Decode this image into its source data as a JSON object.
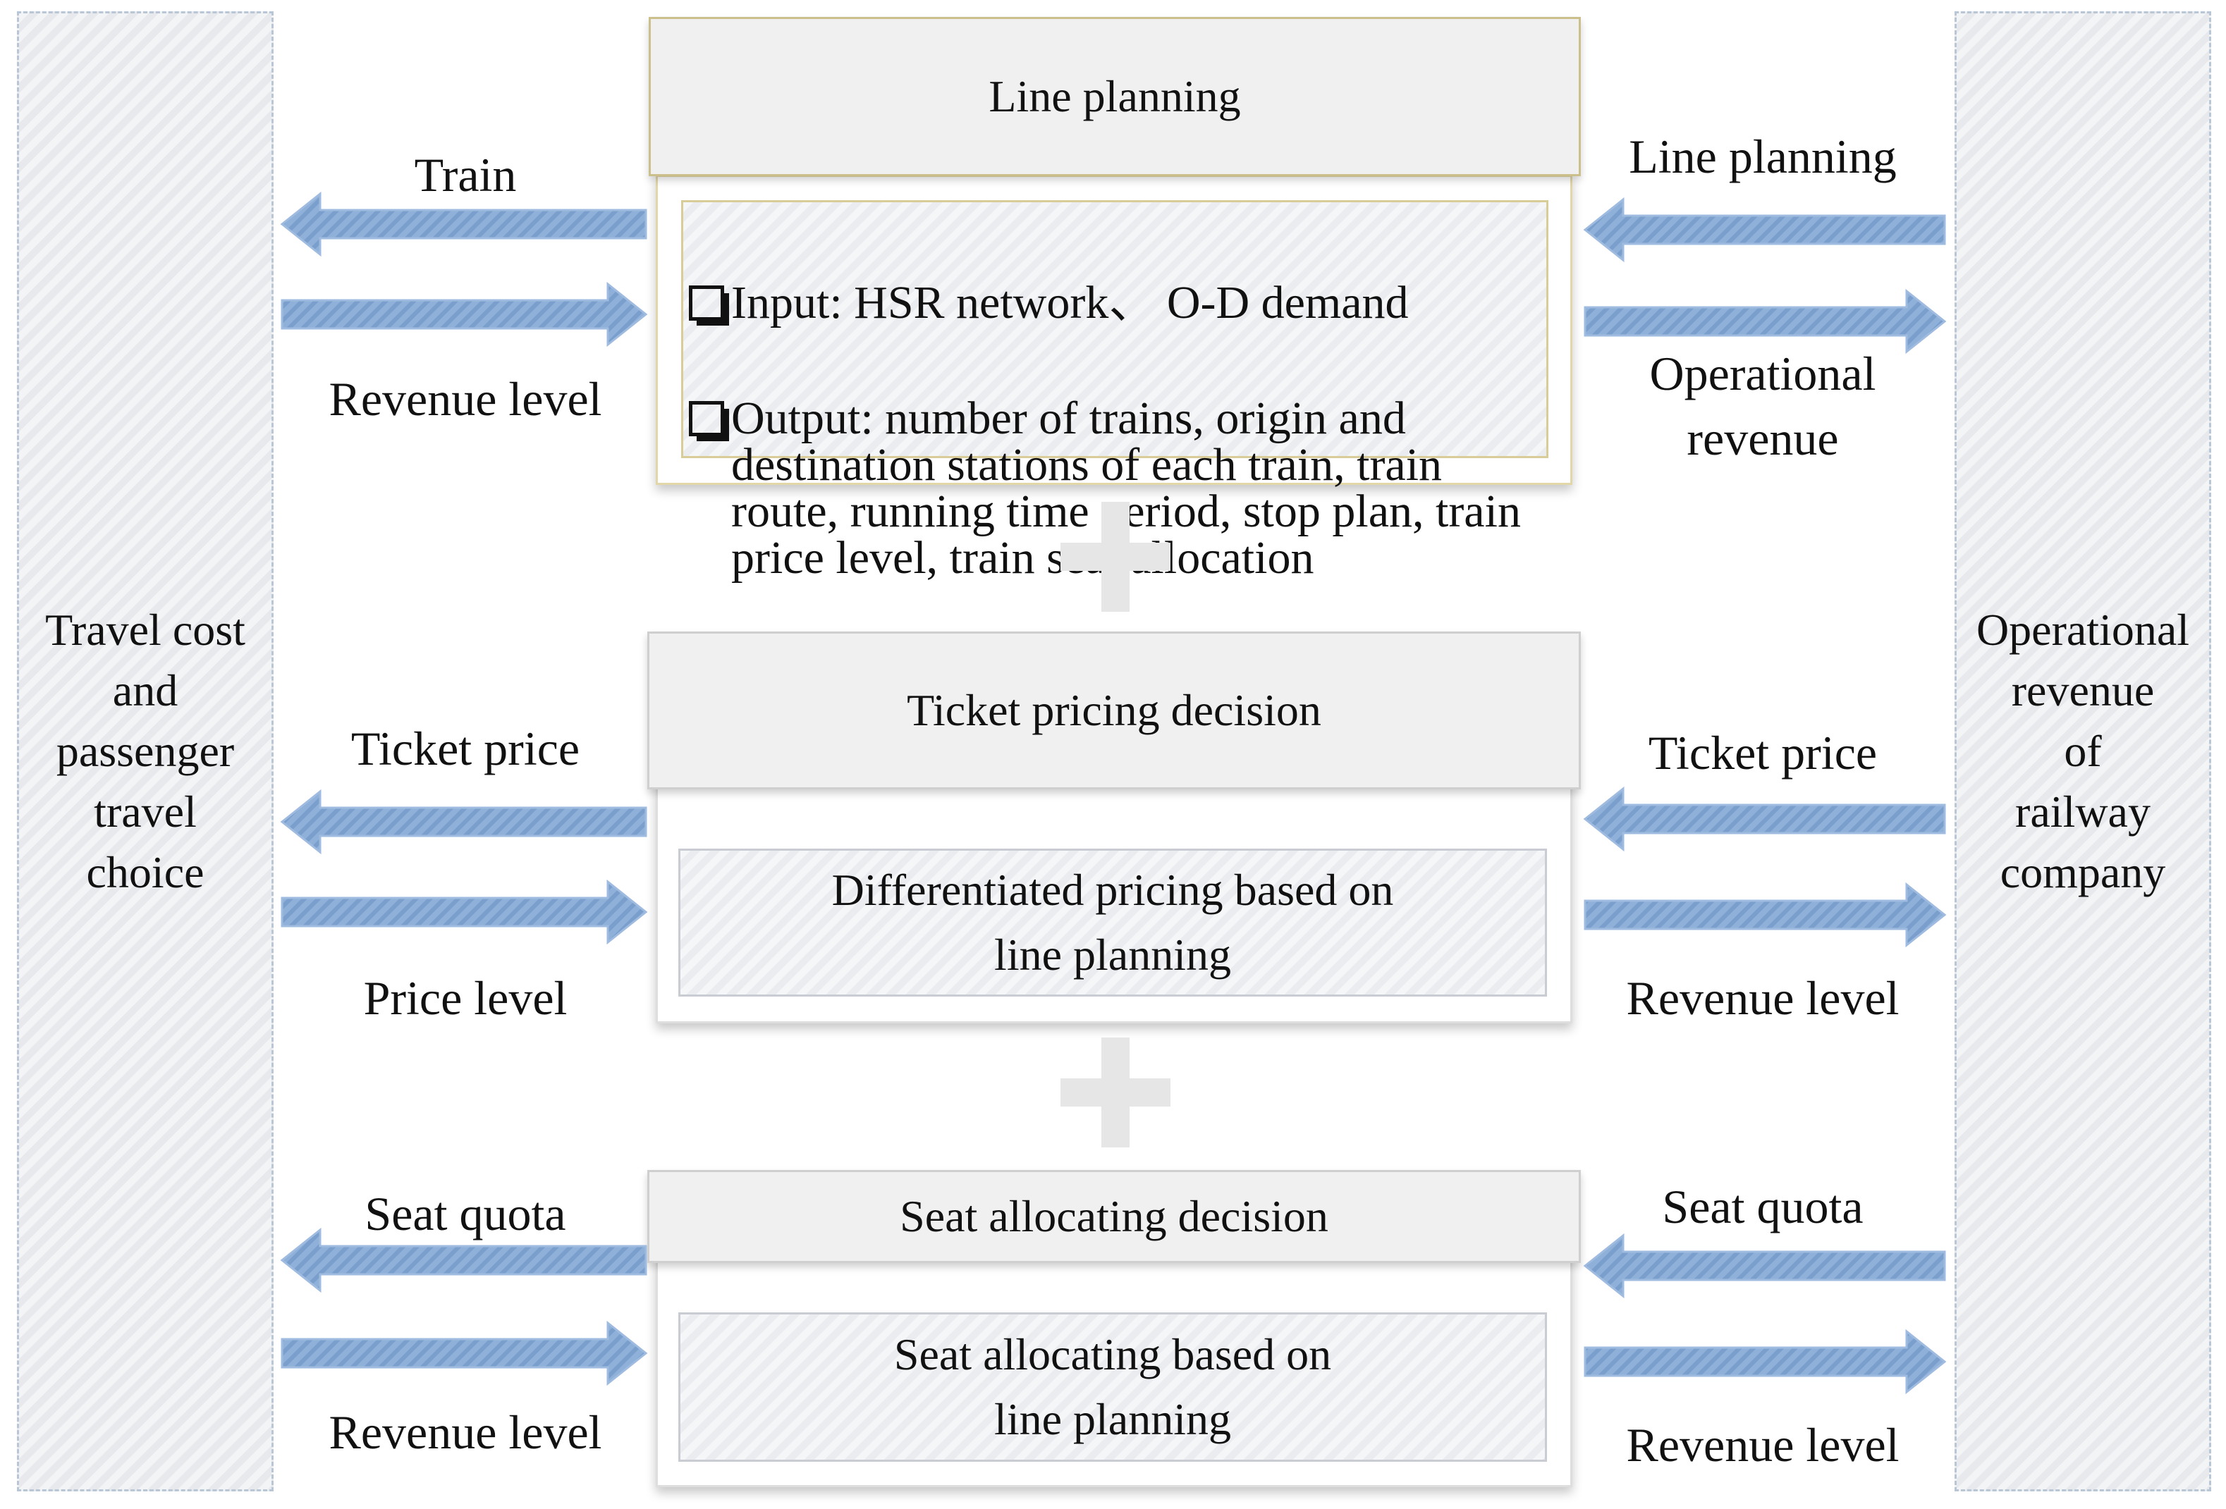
{
  "left_panel": {
    "text": "Travel cost\nand\npassenger\ntravel\nchoice"
  },
  "right_panel": {
    "text": "Operational\nrevenue\nof\nrailway\ncompany"
  },
  "blocks": [
    {
      "title": "Line planning",
      "bullets": [
        "Input: HSR network、 O-D demand",
        "Output: number of trains, origin and destination stations of each train, train route, running time period, stop plan, train price level, train seat allocation"
      ]
    },
    {
      "title": "Ticket pricing decision",
      "body": "Differentiated pricing based on\nline planning"
    },
    {
      "title": "Seat allocating decision",
      "body": "Seat allocating based on\nline planning"
    }
  ],
  "left_labels": [
    {
      "top": "Train",
      "bottom": "Revenue level"
    },
    {
      "top": "Ticket price",
      "bottom": "Price level"
    },
    {
      "top": "Seat quota",
      "bottom": "Revenue level"
    }
  ],
  "right_labels": [
    {
      "top": "Line planning",
      "bottom": "Operational\nrevenue"
    },
    {
      "top": "Ticket price",
      "bottom": "Revenue level"
    },
    {
      "top": "Seat quota",
      "bottom": "Revenue level"
    }
  ],
  "colors": {
    "arrow_fill": "#8fb0d8",
    "arrow_stripe": "#7499c9",
    "plus": "#e6e6e6"
  }
}
